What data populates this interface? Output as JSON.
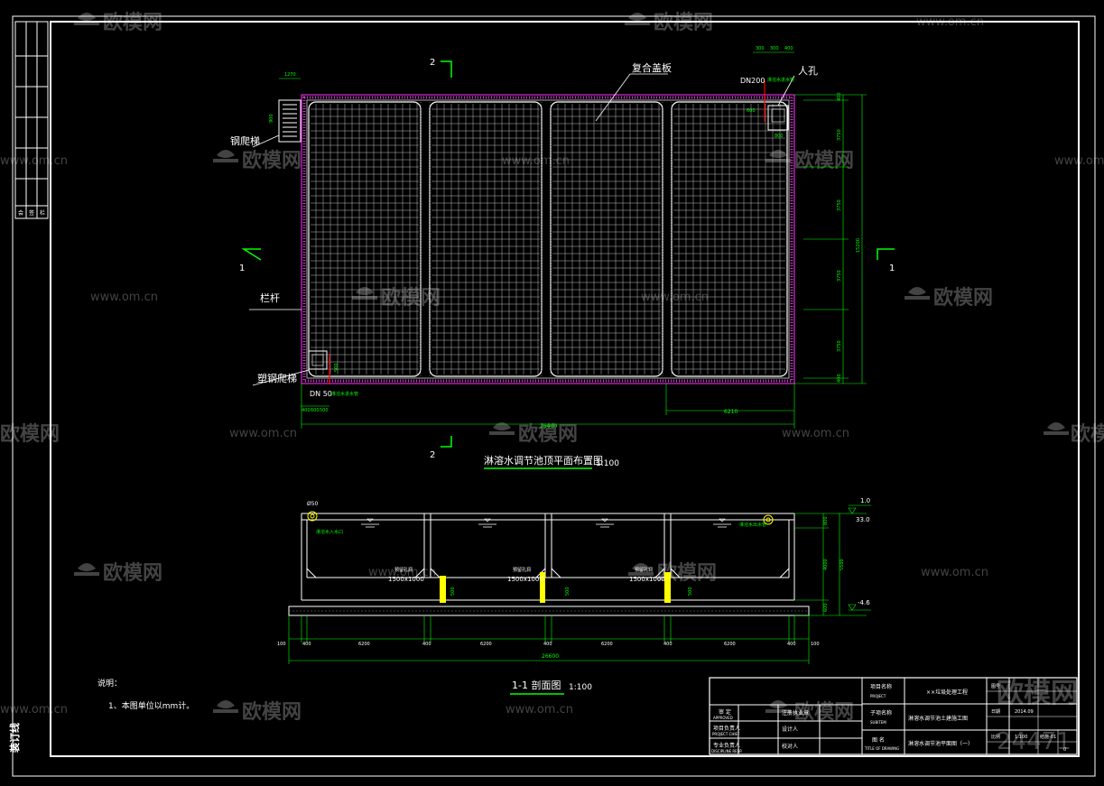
{
  "watermark": {
    "brand": "欧模网",
    "url": "www.om.cn",
    "code": "24471"
  },
  "plan": {
    "title": "淋溶水调节池顶平面布置图",
    "scale": "1:100",
    "labels": {
      "cover": "复合盖板",
      "ladder": "钢爬梯",
      "railing": "栏杆",
      "steel_ladder": "塑钢爬梯",
      "manhole": "人孔",
      "dn200": "DN200",
      "dn50": "DN 50",
      "pipe_note": "淋溶水进水管"
    },
    "section_marks": {
      "left": "1",
      "right": "1",
      "top": "2",
      "bottom": "2"
    },
    "dims": {
      "top": [
        "300",
        "300",
        "400"
      ],
      "ladder_w": "1270",
      "ladder_h": "900",
      "total": "26400",
      "right_span": "6210",
      "bottom_small": [
        "400",
        "600",
        "500"
      ],
      "side_total": "15200",
      "side_cells": [
        "3750",
        "3750",
        "3750",
        "3750"
      ],
      "side_ends": [
        "400",
        "400"
      ],
      "manhole": [
        "600",
        "800"
      ]
    }
  },
  "section": {
    "title": "1-1  剖面图",
    "scale": "1:100",
    "labels": {
      "holes": [
        "1500x1000",
        "1500x1000",
        "1500x1000"
      ],
      "hole_name": "预留孔洞",
      "inlet": "淋溶水入水口",
      "outlet": "淋溶水出水管",
      "dia": "Ø50"
    },
    "elev": [
      "1.0",
      "33.0",
      "-4.6"
    ],
    "dims": {
      "bottom": [
        "100",
        "400",
        "6200",
        "400",
        "6200",
        "400",
        "6200",
        "400",
        "6200",
        "400",
        "100"
      ],
      "total": "26600",
      "right": [
        "800",
        "4000",
        "5500",
        "600"
      ],
      "hole_h": [
        "500",
        "500",
        "500"
      ]
    }
  },
  "notes": {
    "heading": "说明：",
    "items": [
      "1、本图单位以mm计。"
    ]
  },
  "title_block": {
    "rows": [
      [
        "审  定",
        "APPROVED"
      ],
      [
        "项目负责人",
        "PROJECT CHIEF"
      ],
      [
        "专业负责人",
        "DISCIPLINE RESP."
      ]
    ],
    "seal": "注册执业章",
    "project_name_label": "项目名称",
    "project_name_en": "PROJECT",
    "project": "××垃圾处理工程",
    "subitem_label": "子项名称",
    "subitem_en": "SUBITEM",
    "subitem": "淋溶水调节池土建施工图",
    "drawing_label": "图  名",
    "drawing_en": "TITLE OF DRAWING",
    "drawing_name": "淋溶水调节池平面图（一）",
    "designer": "设计人",
    "checker": "校对人",
    "right_cells": [
      "图号",
      "日期",
      "比例",
      "2014.09",
      "1:100",
      "结施-01",
      "0"
    ]
  },
  "left_strip": [
    "会",
    "签",
    "栏"
  ],
  "bottom_left_text": "装订线"
}
